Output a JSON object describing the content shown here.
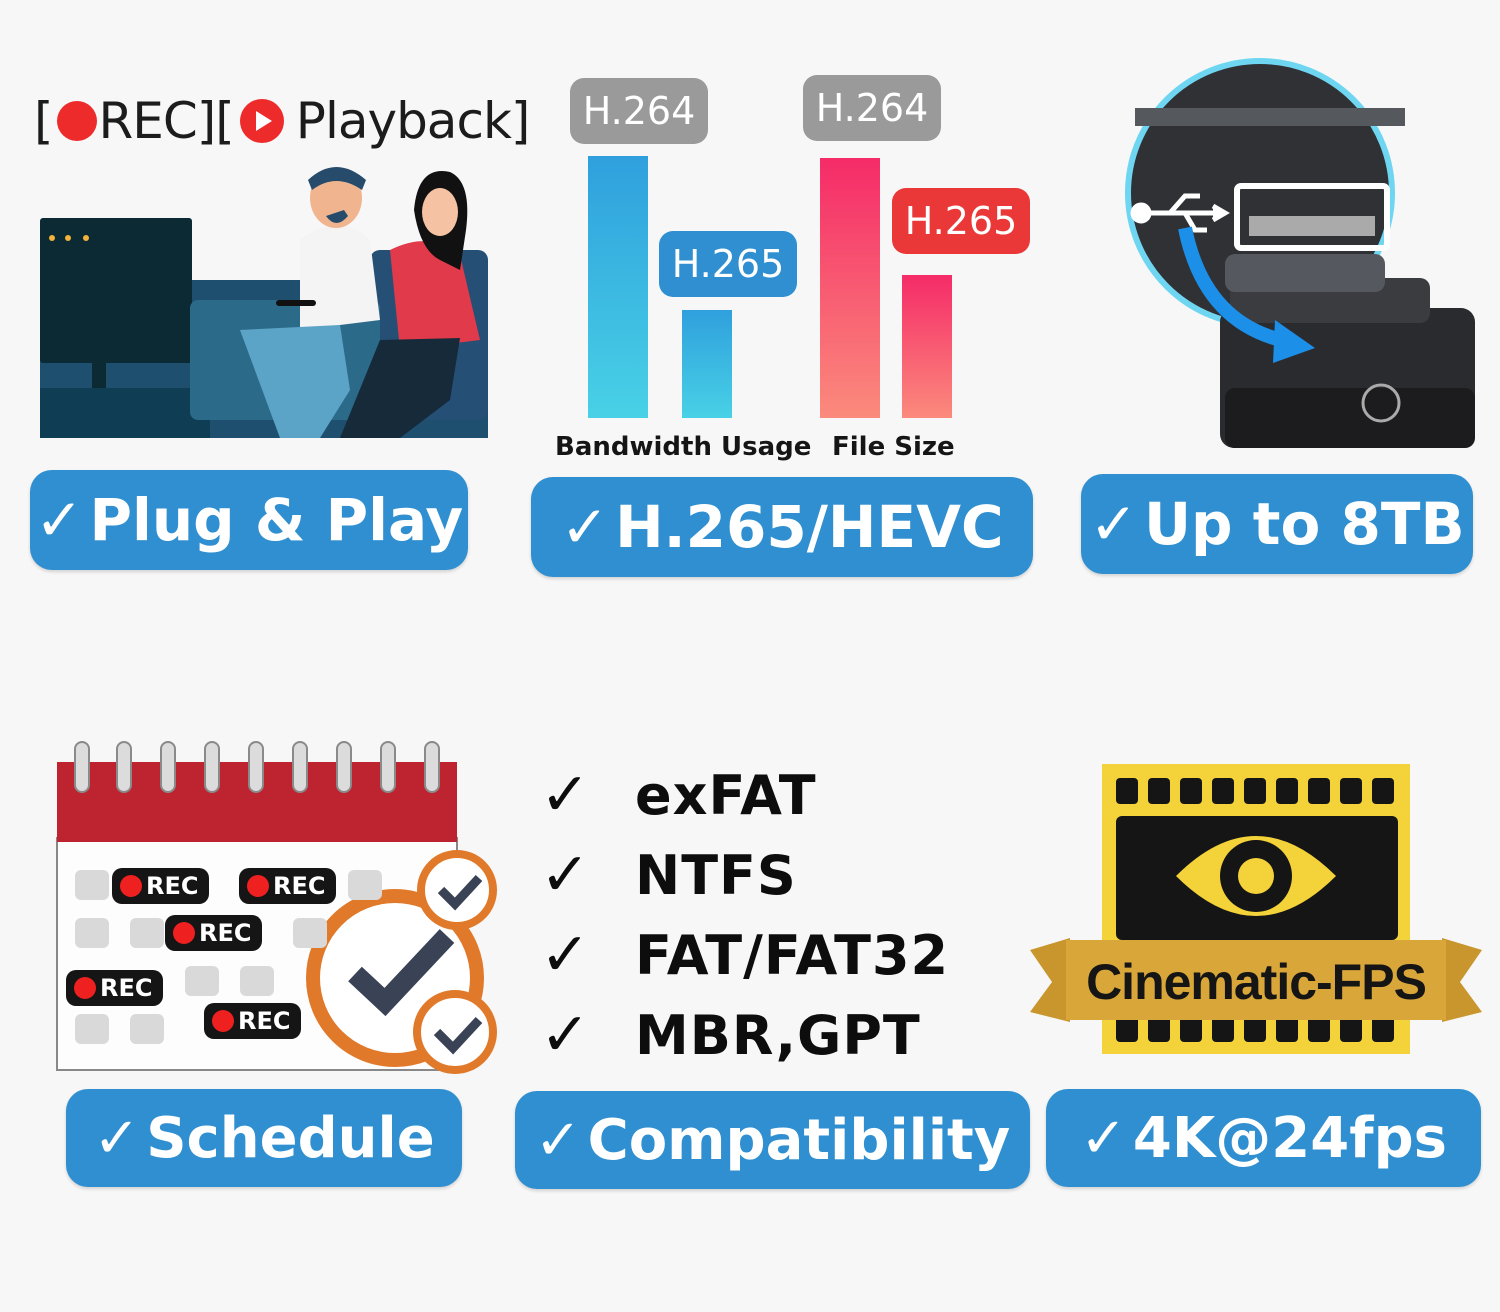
{
  "header": {
    "rec_label": "REC",
    "playback_label": "Playback",
    "open_bracket": "[",
    "close_bracket": "]"
  },
  "codec_chart": {
    "tags": {
      "bandwidth_h264": "H.264",
      "bandwidth_h265": "H.265",
      "filesize_h264": "H.264",
      "filesize_h265": "H.265"
    },
    "captions": {
      "bandwidth": "Bandwidth Usage",
      "filesize": "File Size"
    }
  },
  "calendar": {
    "rec_label": "REC"
  },
  "filesystems": [
    "exFAT",
    "NTFS",
    "FAT/FAT32",
    "MBR,GPT"
  ],
  "filmstrip": {
    "banner": "Cinematic-FPS"
  },
  "badges": {
    "check": "✓",
    "plug_play": "Plug & Play",
    "hevc": "H.265/HEVC",
    "storage": "Up to 8TB",
    "schedule": "Schedule",
    "compatibility": "Compatibility",
    "resolution": "4K@24fps"
  },
  "colors": {
    "badge_blue": "#2f8fd0",
    "rec_red": "#ee2b2b",
    "h264_gray": "#9a9a9a",
    "h265_red": "#ea3838",
    "film_gold": "#f3d23a"
  }
}
